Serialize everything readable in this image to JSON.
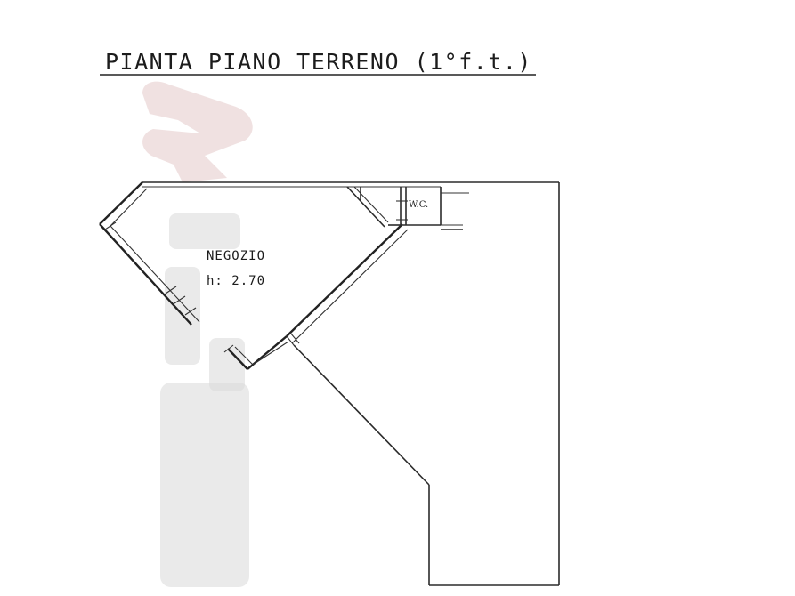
{
  "title": "PIANTA PIANO TERRENO (1°f.t.)",
  "rooms": [
    {
      "name": "NEGOZIO",
      "height_label": "h: 2.70"
    },
    {
      "name": "W.C."
    }
  ],
  "colors": {
    "ink": "#2b2b2b",
    "watermark": "#e3c8c8",
    "background": "#ffffff"
  }
}
